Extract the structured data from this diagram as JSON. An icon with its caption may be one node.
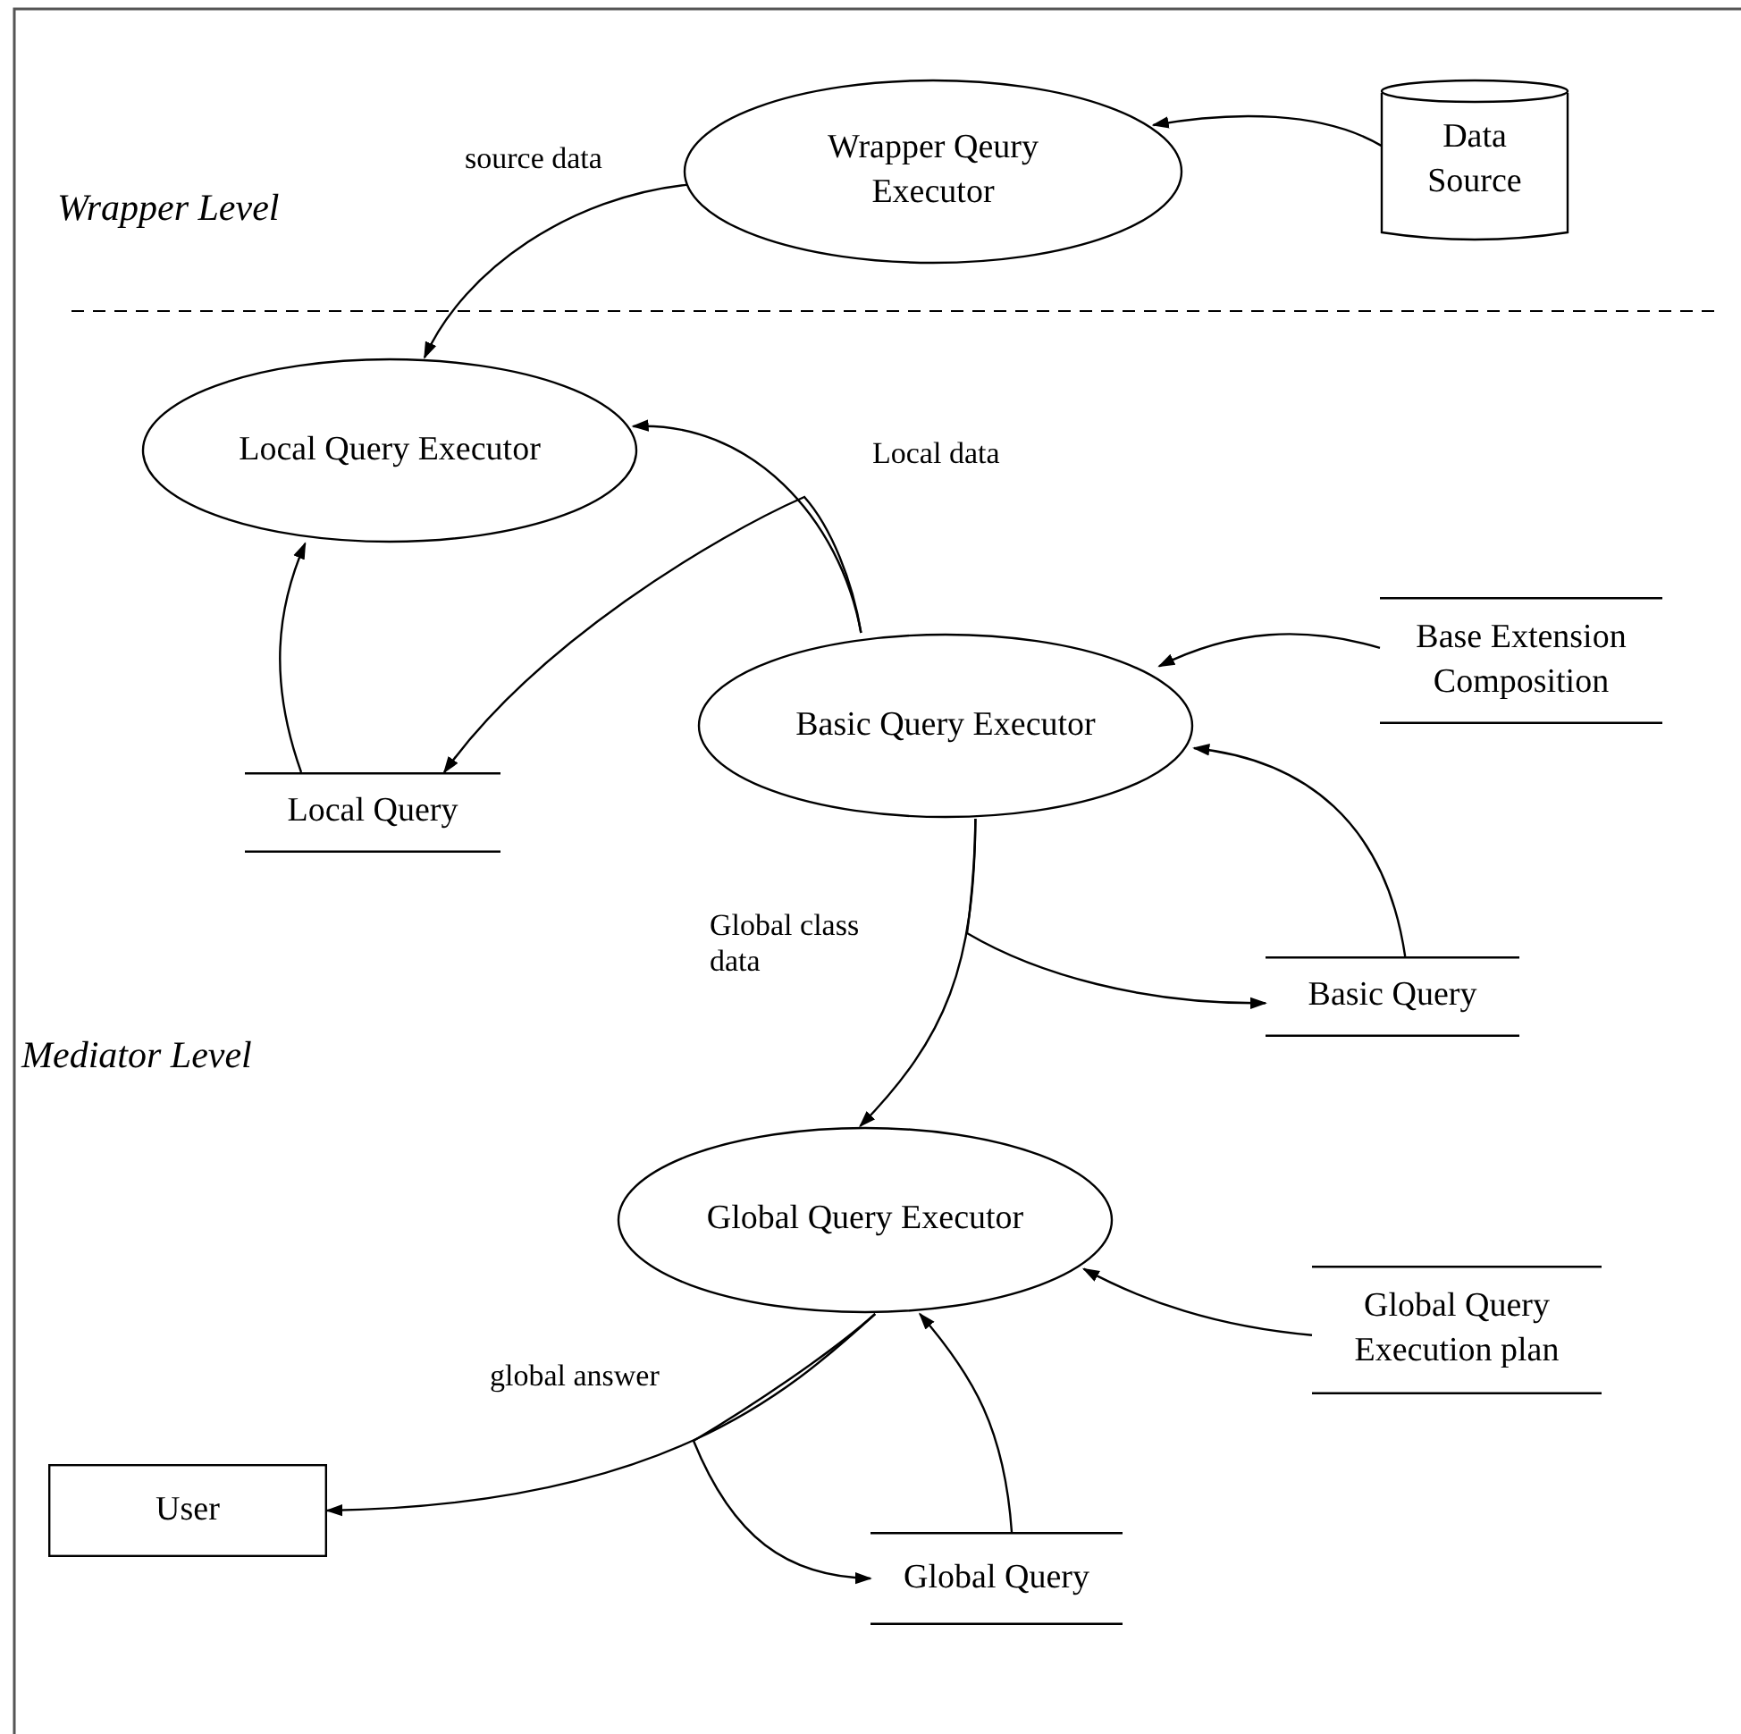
{
  "diagram": {
    "nodes": [
      {
        "text": [
          "Wrapper Qeury Executor"
        ]
      },
      {
        "text": [
          "Data Source"
        ]
      },
      {
        "text": [
          "Local Query Executor"
        ]
      },
      {
        "text": [
          "Basic Query Executor"
        ]
      },
      {
        "text": [
          "Base Extension Composition"
        ]
      },
      {
        "text": [
          "Local Query"
        ]
      },
      {
        "text": [
          "Basic Query"
        ]
      },
      {
        "text": [
          "Global Query Executor"
        ]
      },
      {
        "text": [
          "Global Query Execution plan"
        ]
      },
      {
        "text": [
          "User"
        ]
      },
      {
        "text": [
          "Global Query"
        ]
      }
    ],
    "edges": [
      {
        "from": 1,
        "to": 0,
        "arrow": "to"
      },
      {
        "from": 0,
        "to": 2,
        "arrow": "to",
        "label": "source data"
      },
      {
        "from": 3,
        "to": 2,
        "arrow": "to",
        "label": "Local data"
      },
      {
        "from": 3,
        "to": 5,
        "arrow": "to"
      },
      {
        "from": 5,
        "to": 2,
        "arrow": "to"
      },
      {
        "from": 4,
        "to": 3,
        "arrow": "to"
      },
      {
        "from": 6,
        "to": 3,
        "arrow": "to"
      },
      {
        "from": 3,
        "to": 7,
        "arrow": "to",
        "label": "Global class data"
      },
      {
        "from": 3,
        "to": 6,
        "arrow": "to"
      },
      {
        "from": 7,
        "to": 9,
        "arrow": "to",
        "label": "global answer"
      },
      {
        "from": 7,
        "to": 10,
        "arrow": "to"
      },
      {
        "from": 10,
        "to": 7,
        "arrow": "to"
      },
      {
        "from": 8,
        "to": 7,
        "arrow": "to"
      }
    ],
    "labels": [
      "Wrapper Level",
      "Mediator Level"
    ]
  }
}
